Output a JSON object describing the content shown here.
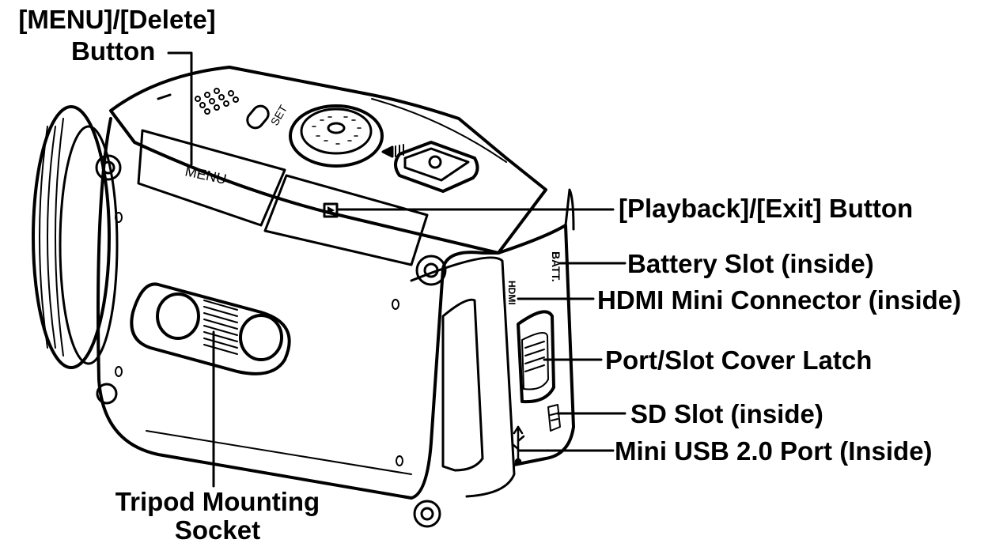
{
  "colors": {
    "ink": "#000000",
    "background": "#ffffff"
  },
  "labels": {
    "menu_line1": "[MENU]/[Delete]",
    "menu_line2": "Button",
    "playback": "[Playback]/[Exit] Button",
    "battery": "Battery Slot (inside)",
    "hdmi": "HDMI Mini Connector (inside)",
    "latch": "Port/Slot Cover Latch",
    "sd": "SD Slot (inside)",
    "usb": "Mini USB 2.0 Port (Inside)",
    "tripod_line1": "Tripod Mounting",
    "tripod_line2": "Socket"
  },
  "camera_markings": {
    "menu": "MENU",
    "set": "SET",
    "batt": "BATT.",
    "hdmi": "HDMI"
  }
}
